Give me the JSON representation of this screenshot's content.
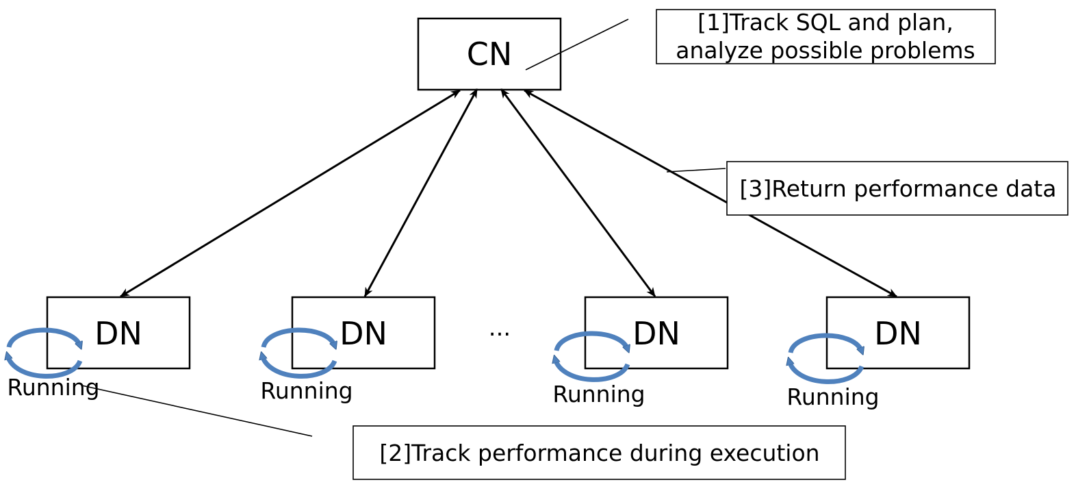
{
  "nodes": {
    "cn": "CN",
    "dn": [
      "DN",
      "DN",
      "DN",
      "DN"
    ],
    "ellipsis": "..."
  },
  "running_label": "Running",
  "notes": {
    "note1": {
      "line1": "[1]Track SQL and plan,",
      "line2": "analyze possible problems"
    },
    "note2": "[2]Track performance during execution",
    "note3": "[3]Return performance data"
  },
  "colors": {
    "cycle_arrow": "#4F81BD",
    "cycle_arrow_dark": "#3A6596",
    "line": "#000000"
  }
}
